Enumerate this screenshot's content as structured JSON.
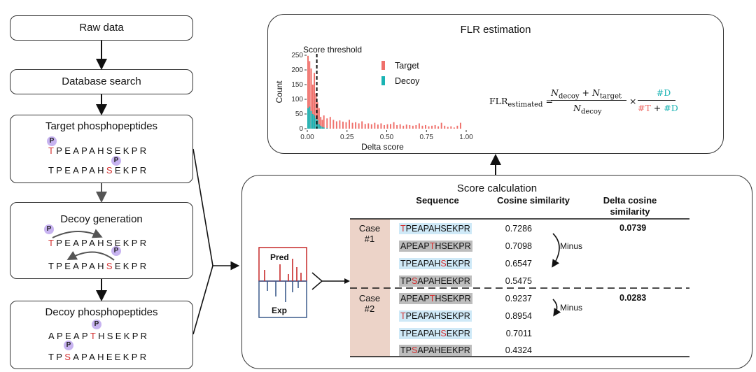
{
  "pipeline": {
    "raw_data": "Raw data",
    "database_search": "Database search",
    "target_title": "Target phosphopeptides",
    "target_pep1_first": "T",
    "target_pep1_rest": "PEAPAHSEKPR",
    "target_pep2_a": "TPEAPAH",
    "target_pep2_b": "S",
    "target_pep2_c": "EKPR",
    "decoy_gen_title": "Decoy generation",
    "decoy_gen_pep1_first": "T",
    "decoy_gen_pep1_rest": "PEAPAHSEKPR",
    "decoy_gen_pep2_a": "TPEAPAH",
    "decoy_gen_pep2_b": "S",
    "decoy_gen_pep2_c": "EKPR",
    "decoy_title": "Decoy phosphopeptides",
    "decoy_pep1_a": "APEAP",
    "decoy_pep1_b": "T",
    "decoy_pep1_c": "HSEKPR",
    "decoy_pep2_a": "TP",
    "decoy_pep2_b": "S",
    "decoy_pep2_c": "APAHEEKPR",
    "phospho_label": "P"
  },
  "flr": {
    "title": "FLR estimation",
    "threshold_label": "Score threshold",
    "formula_lhs": "FLR",
    "formula_lhs_sub": "estimated",
    "formula_n": "N",
    "formula_sub_decoy": "decoy",
    "formula_sub_target": "target",
    "formula_hash_d": "#D",
    "formula_hash_t": "#T",
    "formula_plus": "+",
    "formula_eq": "=",
    "formula_times": "×"
  },
  "chart_data": {
    "type": "bar",
    "xlabel": "Delta score",
    "ylabel": "Count",
    "xlim": [
      0,
      1.0
    ],
    "ylim": [
      0,
      250
    ],
    "xticks": [
      "0.00",
      "0.25",
      "0.50",
      "0.75",
      "1.00"
    ],
    "yticks": [
      "0",
      "50",
      "100",
      "150",
      "200",
      "250"
    ],
    "threshold": 0.06,
    "legend_position": "top-right",
    "series": [
      {
        "name": "Target",
        "color": "#ef6f6a",
        "x": [
          0.0,
          0.01,
          0.02,
          0.03,
          0.04,
          0.05,
          0.06,
          0.07,
          0.08,
          0.09,
          0.1,
          0.12,
          0.14,
          0.16,
          0.18,
          0.2,
          0.22,
          0.24,
          0.26,
          0.28,
          0.3,
          0.32,
          0.34,
          0.36,
          0.38,
          0.4,
          0.42,
          0.44,
          0.46,
          0.48,
          0.5,
          0.52,
          0.54,
          0.56,
          0.58,
          0.6,
          0.62,
          0.64,
          0.66,
          0.68,
          0.7,
          0.72,
          0.74,
          0.76,
          0.78,
          0.8,
          0.82,
          0.84,
          0.86,
          0.88,
          0.9,
          0.92,
          0.94,
          0.96
        ],
        "values": [
          248,
          230,
          205,
          150,
          190,
          120,
          90,
          70,
          40,
          30,
          45,
          35,
          40,
          30,
          25,
          28,
          24,
          22,
          30,
          20,
          22,
          18,
          25,
          16,
          18,
          15,
          20,
          14,
          18,
          12,
          15,
          16,
          22,
          12,
          15,
          10,
          14,
          12,
          10,
          12,
          18,
          10,
          12,
          8,
          10,
          12,
          8,
          20,
          10,
          6,
          8,
          4,
          10,
          20
        ]
      },
      {
        "name": "Decoy",
        "color": "#19b3b3",
        "x": [
          0.0,
          0.01,
          0.02,
          0.03,
          0.04,
          0.05,
          0.06,
          0.07,
          0.08,
          0.09,
          0.1,
          0.12
        ],
        "values": [
          70,
          75,
          60,
          50,
          45,
          35,
          30,
          15,
          10,
          6,
          4,
          2
        ]
      }
    ]
  },
  "score_calc": {
    "title": "Score calculation",
    "col_sequence": "Sequence",
    "col_cosine": "Cosine similarity",
    "col_delta_1": "Delta cosine",
    "col_delta_2": "similarity",
    "pred_label": "Pred",
    "exp_label": "Exp",
    "minus_label": "Minus",
    "cases": [
      {
        "label_1": "Case",
        "label_2": "#1",
        "delta": "0.0739",
        "rows": [
          {
            "a": "",
            "b": "T",
            "c": "PEAPAHSEKPR",
            "bg": "blue",
            "value": "0.7286"
          },
          {
            "a": "APEAP",
            "b": "T",
            "c": "HSEKPR",
            "bg": "grey",
            "value": "0.7098"
          },
          {
            "a": "TPEAPAH",
            "b": "S",
            "c": "EKPR",
            "bg": "blue",
            "value": "0.6547"
          },
          {
            "a": "TP",
            "b": "S",
            "c": "APAHEEKPR",
            "bg": "grey",
            "value": "0.5475"
          }
        ]
      },
      {
        "label_1": "Case",
        "label_2": "#2",
        "delta": "0.0283",
        "rows": [
          {
            "a": "APEAP",
            "b": "T",
            "c": "HSEKPR",
            "bg": "grey",
            "value": "0.9237"
          },
          {
            "a": "",
            "b": "T",
            "c": "PEAPAHSEKPR",
            "bg": "blue",
            "value": "0.8954"
          },
          {
            "a": "TPEAPAH",
            "b": "S",
            "c": "EKPR",
            "bg": "blue",
            "value": "0.7011"
          },
          {
            "a": "TP",
            "b": "S",
            "c": "APAHEEKPR",
            "bg": "grey",
            "value": "0.4324"
          }
        ]
      }
    ]
  }
}
